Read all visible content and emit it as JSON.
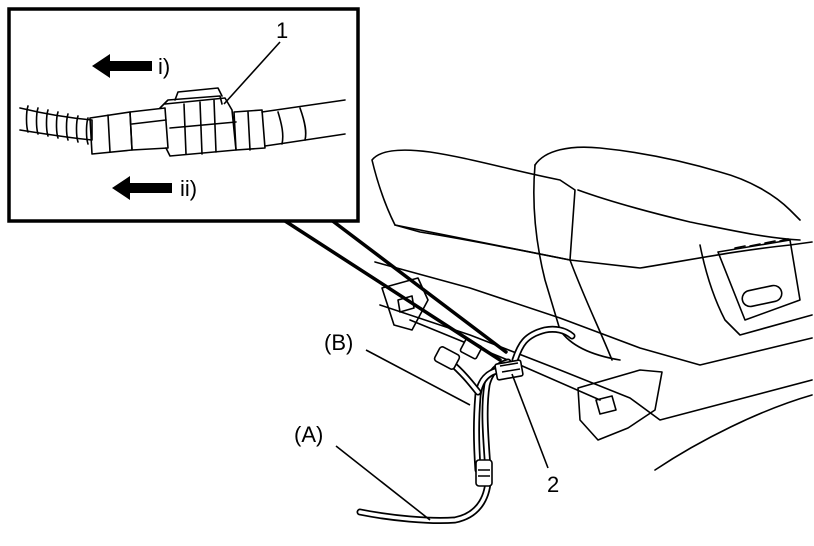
{
  "labels": {
    "part1": "1",
    "part2": "2",
    "dir_i": "i)",
    "dir_ii": "ii)",
    "harness_a": "(A)",
    "harness_b": "(B)"
  },
  "icons": {
    "arrow_i": "arrow-left-icon",
    "arrow_ii": "arrow-left-icon"
  }
}
